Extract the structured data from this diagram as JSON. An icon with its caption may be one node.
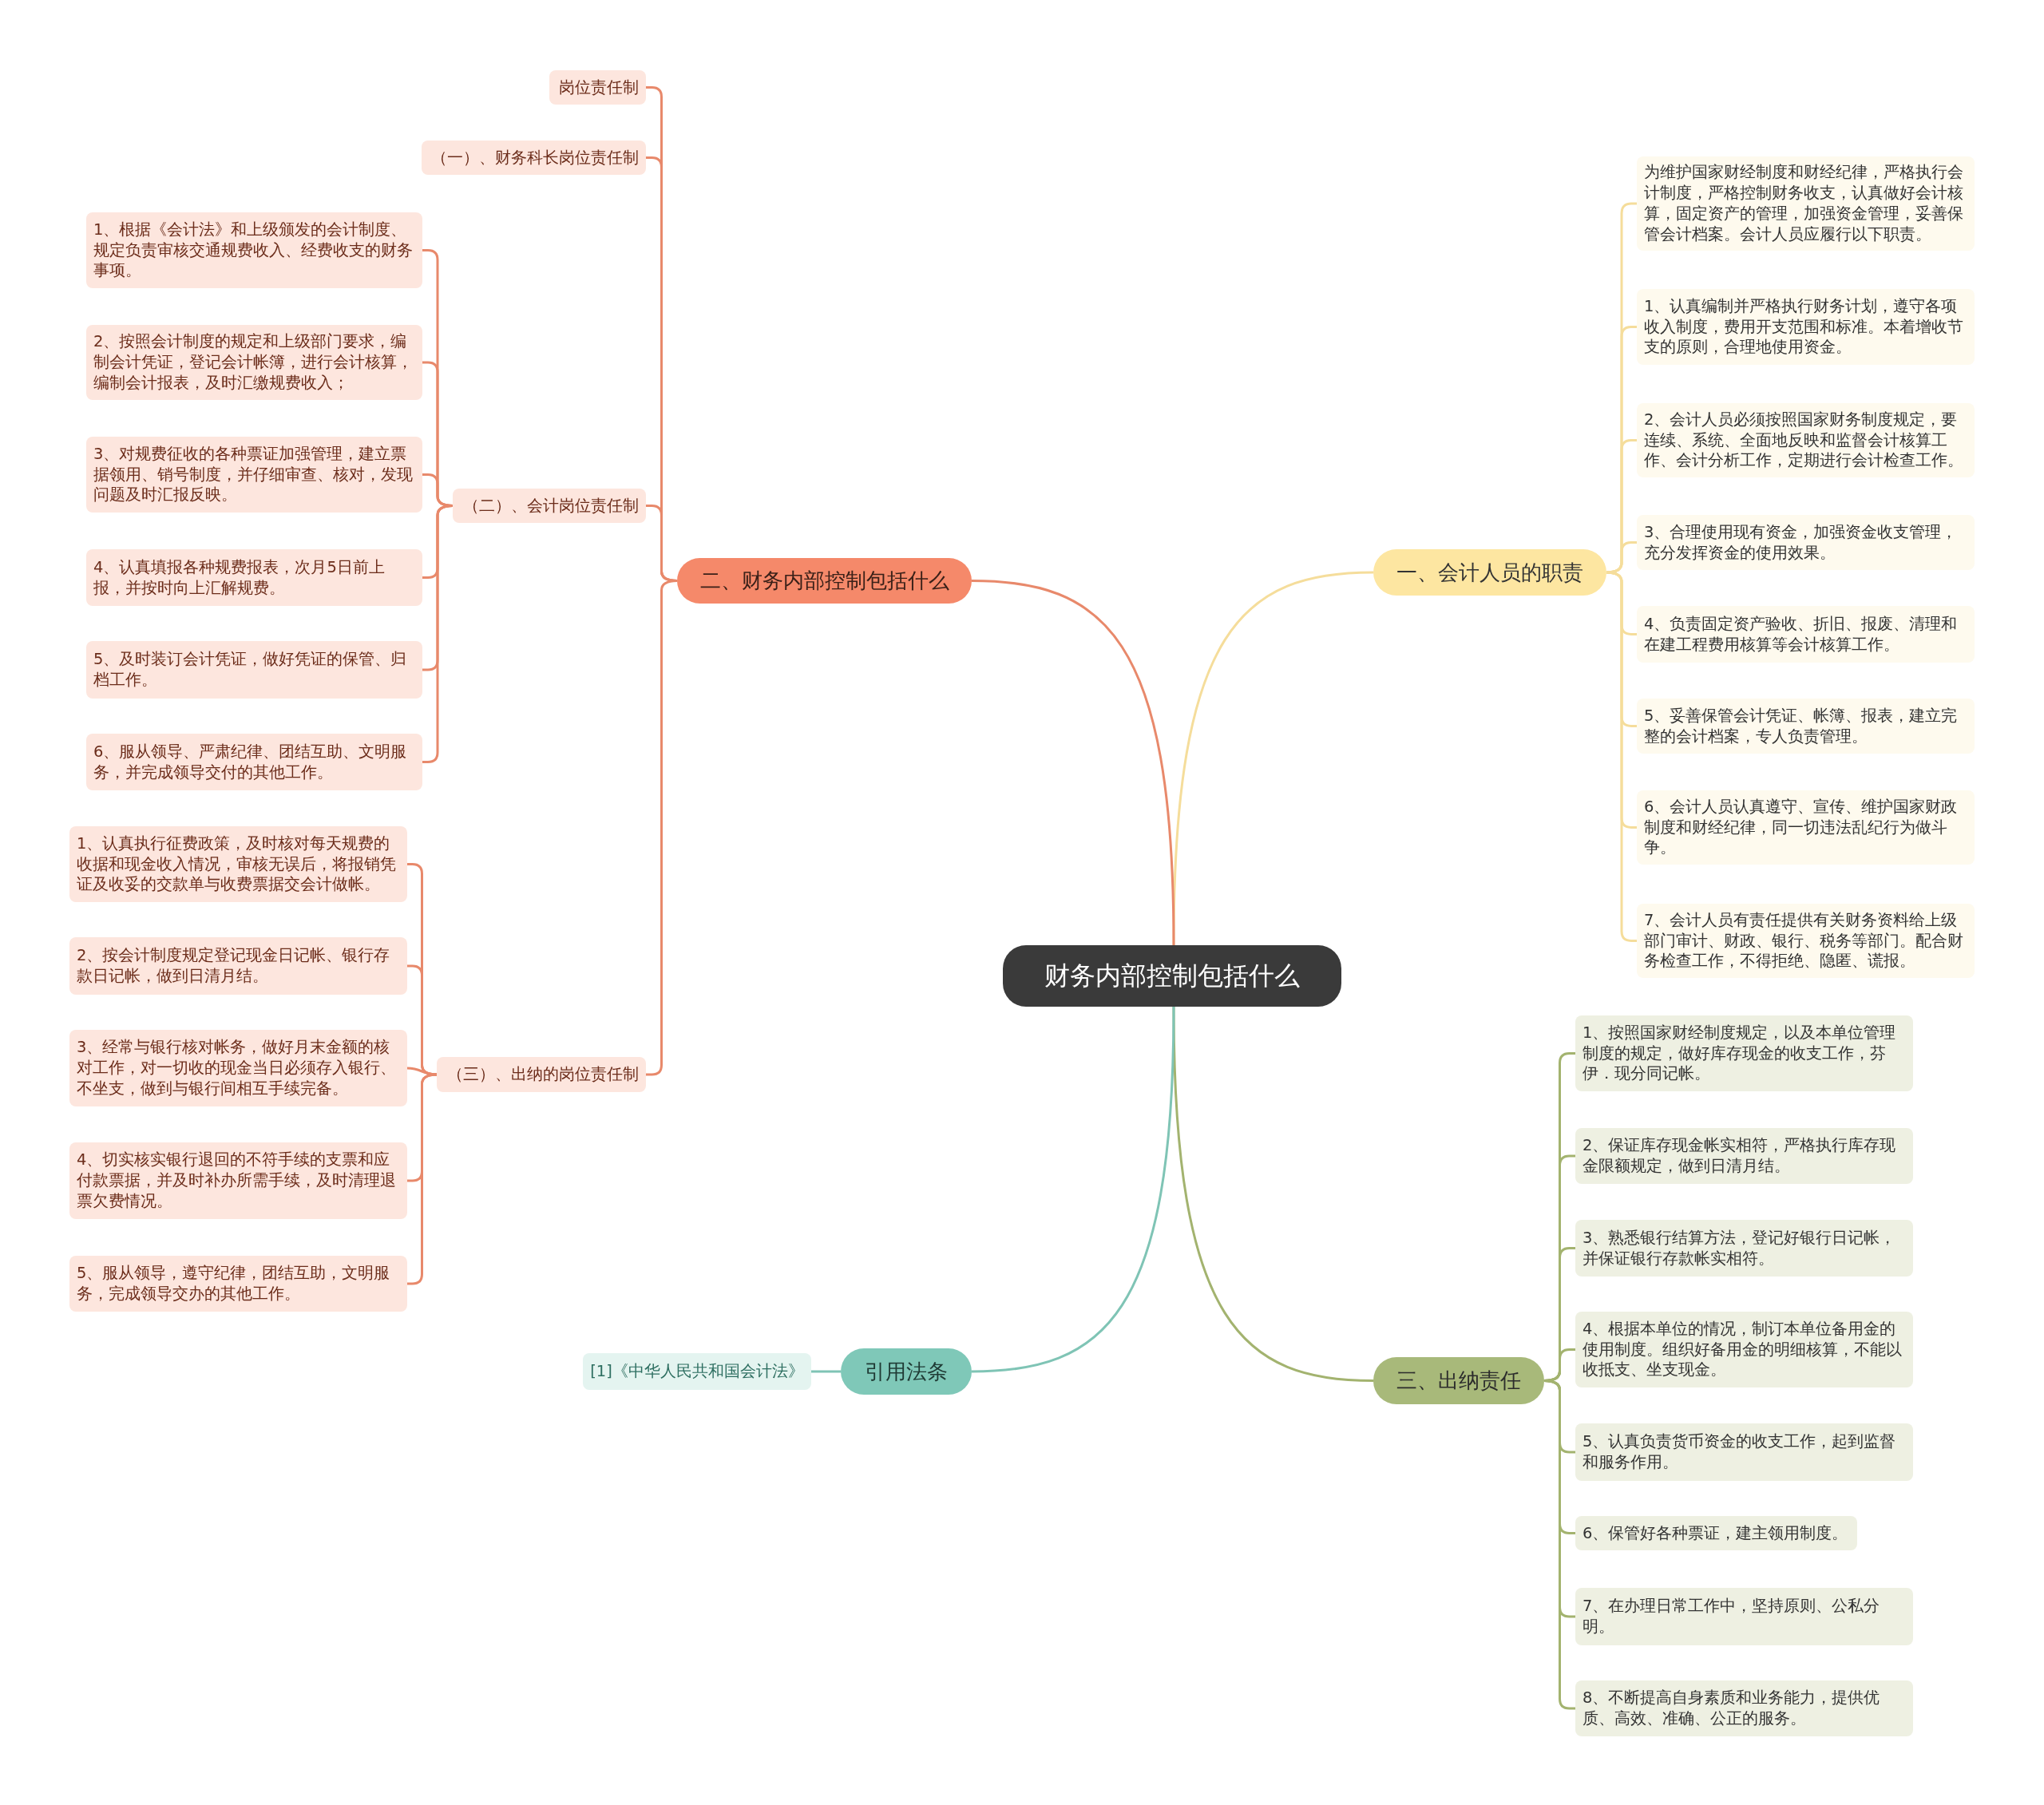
{
  "diagram": {
    "nodes": [
      {
        "text": [
          "财务内部控制包括什么"
        ]
      },
      {
        "text": [
          "一、会计人员的职责"
        ]
      },
      {
        "text": [
          "为维护国家财经制度和财经纪律，严格执行会计制度，严格控制财务收支，认真做好会计核算，固定资产的管理，加强资金管理，妥善保管会计档案。会计人员应履行以下职责。"
        ]
      },
      {
        "text": [
          "1、认真编制并严格执行财务计划，遵守各项收入制度，费用开支范围和标准。本着增收节支的原则，合理地使用资金。"
        ]
      },
      {
        "text": [
          "2、会计人员必须按照国家财务制度规定，要连续、系统、全面地反映和监督会计核算工作、会计分析工作，定期进行会计检查工作。"
        ]
      },
      {
        "text": [
          "3、合理使用现有资金，加强资金收支管理，充分发挥资金的使用效果。"
        ]
      },
      {
        "text": [
          "4、负责固定资产验收、折旧、报废、清理和在建工程费用核算等会计核算工作。"
        ]
      },
      {
        "text": [
          "5、妥善保管会计凭证、帐簿、报表，建立完整的会计档案，专人负责管理。"
        ]
      },
      {
        "text": [
          "6、会计人员认真遵守、宣传、维护国家财政制度和财经纪律，同一切违法乱纪行为做斗争。"
        ]
      },
      {
        "text": [
          "7、会计人员有责任提供有关财务资料给上级部门审计、财政、银行、税务等部门。配合财务检查工作，不得拒绝、隐匿、谎报。"
        ]
      },
      {
        "text": [
          "二、财务内部控制包括什么"
        ]
      },
      {
        "text": [
          "岗位责任制"
        ]
      },
      {
        "text": [
          "（一）、财务科长岗位责任制"
        ]
      },
      {
        "text": [
          "（二）、会计岗位责任制"
        ]
      },
      {
        "text": [
          "1、根据《会计法》和上级颁发的会计制度、规定负责审核交通规费收入、经费收支的财务事项。"
        ]
      },
      {
        "text": [
          "2、按照会计制度的规定和上级部门要求，编制会计凭证，登记会计帐簿，进行会计核算，编制会计报表，及时汇缴规费收入；"
        ]
      },
      {
        "text": [
          "3、对规费征收的各种票证加强管理，建立票据领用、销号制度，并仔细审查、核对，发现问题及时汇报反映。"
        ]
      },
      {
        "text": [
          "4、认真填报各种规费报表，次月5日前上报，并按时向上汇解规费。"
        ]
      },
      {
        "text": [
          "5、及时装订会计凭证，做好凭证的保管、归档工作。"
        ]
      },
      {
        "text": [
          "6、服从领导、严肃纪律、团结互助、文明服务，并完成领导交付的其他工作。"
        ]
      },
      {
        "text": [
          "（三）、出纳的岗位责任制"
        ]
      },
      {
        "text": [
          "1、认真执行征费政策，及时核对每天规费的收据和现金收入情况，审核无误后，将报销凭证及收妥的交款单与收费票据交会计做帐。"
        ]
      },
      {
        "text": [
          "2、按会计制度规定登记现金日记帐、银行存款日记帐，做到日清月结。"
        ]
      },
      {
        "text": [
          "3、经常与银行核对帐务，做好月末金额的核对工作，对一切收的现金当日必须存入银行、不坐支，做到与银行间相互手续完备。"
        ]
      },
      {
        "text": [
          "4、切实核实银行退回的不符手续的支票和应付款票据，并及时补办所需手续，及时清理退票欠费情况。"
        ]
      },
      {
        "text": [
          "5、服从领导，遵守纪律，团结互助，文明服务，完成领导交办的其他工作。"
        ]
      },
      {
        "text": [
          "三、出纳责任"
        ]
      },
      {
        "text": [
          "1、按照国家财经制度规定，以及本单位管理制度的规定，做好库存现金的收支工作，芬伊．现分同记帐。"
        ]
      },
      {
        "text": [
          "2、保证库存现金帐实相符，严格执行库存现金限额规定，做到日清月结。"
        ]
      },
      {
        "text": [
          "3、熟悉银行结算方法，登记好银行日记帐，并保证银行存款帐实相符。"
        ]
      },
      {
        "text": [
          "4、根据本单位的情况，制订本单位备用金的使用制度。组织好备用金的明细核算，不能以收抵支、坐支现金。"
        ]
      },
      {
        "text": [
          "5、认真负责货币资金的收支工作，起到监督和服务作用。"
        ]
      },
      {
        "text": [
          "6、保管好各种票证，建主领用制度。"
        ]
      },
      {
        "text": [
          "7、在办理日常工作中，坚持原则、公私分明。"
        ]
      },
      {
        "text": [
          "8、不断提高自身素质和业务能力，提供优质、高效、准确、公正的服务。"
        ]
      },
      {
        "text": [
          "引用法条"
        ]
      },
      {
        "text": [
          "[1]《中华人民共和国会计法》"
        ]
      }
    ],
    "edges": [
      {
        "from": 0,
        "to": 1,
        "arrow": "none",
        "color": "#f5dd9b"
      },
      {
        "from": 1,
        "to": 2,
        "arrow": "none",
        "color": "#f5dd9b"
      },
      {
        "from": 1,
        "to": 3,
        "arrow": "none",
        "color": "#f5dd9b"
      },
      {
        "from": 1,
        "to": 4,
        "arrow": "none",
        "color": "#f5dd9b"
      },
      {
        "from": 1,
        "to": 5,
        "arrow": "none",
        "color": "#f5dd9b"
      },
      {
        "from": 1,
        "to": 6,
        "arrow": "none",
        "color": "#f5dd9b"
      },
      {
        "from": 1,
        "to": 7,
        "arrow": "none",
        "color": "#f5dd9b"
      },
      {
        "from": 1,
        "to": 8,
        "arrow": "none",
        "color": "#f5dd9b"
      },
      {
        "from": 1,
        "to": 9,
        "arrow": "none",
        "color": "#f5dd9b"
      },
      {
        "from": 0,
        "to": 10,
        "arrow": "none"
      },
      {
        "from": 10,
        "to": 11,
        "arrow": "none"
      },
      {
        "from": 10,
        "to": 12,
        "arrow": "none"
      },
      {
        "from": 10,
        "to": 13,
        "arrow": "none"
      },
      {
        "from": 13,
        "to": 14,
        "arrow": "none"
      },
      {
        "from": 13,
        "to": 15,
        "arrow": "none"
      },
      {
        "from": 13,
        "to": 16,
        "arrow": "none"
      },
      {
        "from": 13,
        "to": 17,
        "arrow": "none"
      },
      {
        "from": 13,
        "to": 18,
        "arrow": "none"
      },
      {
        "from": 13,
        "to": 19,
        "arrow": "none"
      },
      {
        "from": 10,
        "to": 20,
        "arrow": "none"
      },
      {
        "from": 20,
        "to": 21,
        "arrow": "none"
      },
      {
        "from": 20,
        "to": 22,
        "arrow": "none"
      },
      {
        "from": 20,
        "to": 23,
        "arrow": "none"
      },
      {
        "from": 20,
        "to": 24,
        "arrow": "none"
      },
      {
        "from": 20,
        "to": 25,
        "arrow": "none"
      },
      {
        "from": 0,
        "to": 26,
        "arrow": "none",
        "color": "#a3b36f"
      },
      {
        "from": 26,
        "to": 27,
        "arrow": "none",
        "color": "#a3b36f"
      },
      {
        "from": 26,
        "to": 28,
        "arrow": "none",
        "color": "#a3b36f"
      },
      {
        "from": 26,
        "to": 29,
        "arrow": "none",
        "color": "#a3b36f"
      },
      {
        "from": 26,
        "to": 30,
        "arrow": "none",
        "color": "#a3b36f"
      },
      {
        "from": 26,
        "to": 31,
        "arrow": "none",
        "color": "#a3b36f"
      },
      {
        "from": 26,
        "to": 32,
        "arrow": "none",
        "color": "#a3b36f"
      },
      {
        "from": 26,
        "to": 33,
        "arrow": "none",
        "color": "#a3b36f"
      },
      {
        "from": 26,
        "to": 34,
        "arrow": "none",
        "color": "#a3b36f"
      },
      {
        "from": 0,
        "to": 35,
        "arrow": "none",
        "color": "#7fc4b5"
      },
      {
        "from": 35,
        "to": 36,
        "arrow": "none",
        "color": "#7fc4b5"
      }
    ]
  }
}
